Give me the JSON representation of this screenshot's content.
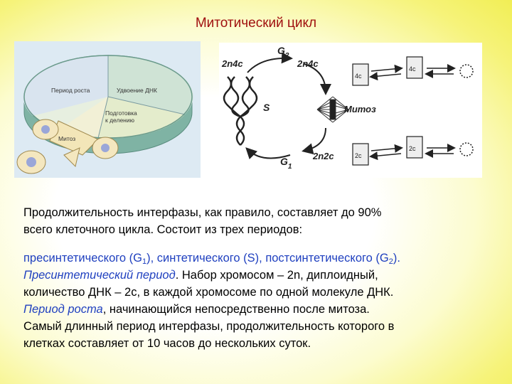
{
  "title": "Митотический цикл",
  "cycle_diagram": {
    "labels": {
      "growth": "Период роста",
      "dna": "Удвоение ДНК",
      "prep_line1": "Подготовка",
      "prep_line2": "к делению",
      "mitosis": "Митоз"
    }
  },
  "mitosis_diagram": {
    "labels": {
      "g2": "G",
      "g2_sub": "2",
      "g1": "G",
      "g1_sub": "1",
      "s": "S",
      "top_left": "2n4c",
      "top_right": "2n4c",
      "bottom": "2n2c",
      "mitosis": "Митоз",
      "box_top": "4c",
      "box_bottom": "2c"
    }
  },
  "text": {
    "intro_line1": "Продолжительность интерфазы, как правило, составляет до 90%",
    "intro_line2": "всего клеточного цикла. Состоит из трех периодов:",
    "periods_a": "пресинтетического (G",
    "periods_a_sub": "1",
    "periods_b": "), синтетического (S), постсинтетического (G",
    "periods_b_sub": "2",
    "periods_c": ").",
    "presynth_term": "Пресинтетический период",
    "presynth_rest": ". Набор хромосом – 2n, диплоидный,",
    "dna_line": "количество ДНК – 2с, в каждой хромосоме по одной молекуле ДНК.",
    "growth_term": "Период роста",
    "growth_rest": ", начинающийся непосредственно после митоза.",
    "longest_line1": "Самый длинный период интерфазы, продолжительность которого в",
    "longest_line2": "клетках составляет от 10 часов до нескольких суток."
  }
}
